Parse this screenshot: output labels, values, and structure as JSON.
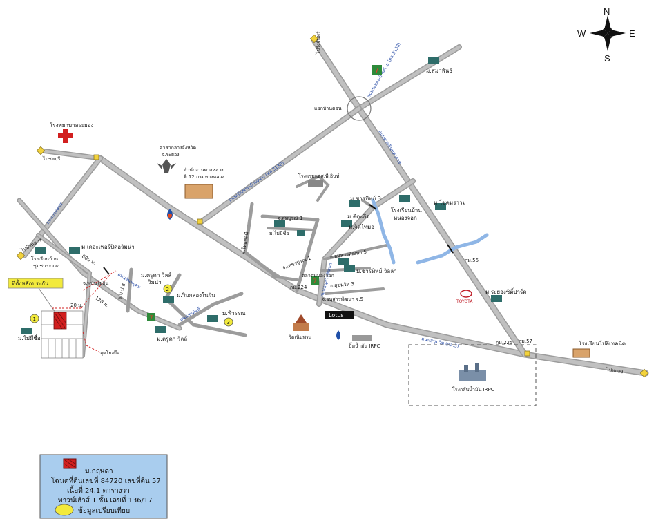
{
  "compass": {
    "north": "N",
    "south": "S",
    "east": "E",
    "west": "W"
  },
  "places": {
    "to_wangchan": "ไปวังจันทร์",
    "to_chonburi": "ไปชลบุรี",
    "to_banchang": "ไปบ้านฉาง",
    "to_ban_phe": "ไปแกลง",
    "hospital": "โรงพยาบาลระยอง",
    "highway_office_1": "ศาลากลางจังหวัด",
    "highway_office_2": "จ.ระยอง",
    "highway_bureau_1": "สำนักงานทางหลวง",
    "highway_bureau_2": "ที่ 12 กรมทางหลวง",
    "hotel": "โรงแรมแอส.พี.อินท์",
    "m_samaphan": "ม.สมาพันธ์",
    "intersection": "แยกบ้านดอน",
    "m_charoen_3": "ม.ชารทิพย์ 3",
    "m_kitthi": "ม.คิตะกิจ",
    "m_chittra": "ม.จิตไทมอ",
    "school_nongjork_1": "โรงเรียนบ้าน",
    "school_nongjork_2": "หนองจอก",
    "m_sukrawan": "ม.โชคมราวม",
    "soi_5": "จ.อนุสาวพัฒนา 5",
    "m_charoen_villa": "ม.ชารทิพย์ วิลล่า",
    "market": "ตลาดหนองจอก",
    "km_224": "กม.224",
    "soi_5b": "จ.อนุสาวพัฒนา จ.5",
    "km_56": "กม.56",
    "m_rayong_city": "ม.ระยองซิตี้ปาร์ค",
    "toyota": "TOYOTA",
    "lotus": "Lotus",
    "wat": "วัดเนินพระ",
    "gas_station": "ปั๊มน้ำมัน IRPC",
    "km_225": "กม.225",
    "km_57": "กม.57",
    "school_polytech": "โรงเรียนโปลีเทคนิค",
    "refinery": "โรงกลั่นน้ำมัน IRPC",
    "school_ban_1": "โรงเรียนบ้าน",
    "school_ban_2": "ชุมชนระยอง",
    "m_lakepark": "ม.เดอะเพอร์ปิดอวิมน่า",
    "m_krutha_villa_1": "ม.ครูคา วิลล์",
    "m_krutha_villa_2": "วิมน่า",
    "m_vimkrong": "ม.วิมกลองในฝัน",
    "m_phiwan": "ม.พิวรรณ",
    "m_krutha_villa_b": "ม.ครูคา วิลล์",
    "m_maisisu": "ม.ไม่มีชื่อ",
    "site_label": "ที่ตั้งหลักประกัน",
    "check_point": "จุดโยงยึด",
    "dist_20": "20 ม.",
    "dist_120": "120 ม.",
    "dist_800": "800 ม.",
    "soi_pl": "จ.บ.ป.ส.",
    "soi_tanpasa": "จ.พนมโยธิน",
    "soi_somwang": "จ.สมบูรณ์ 1",
    "soi_wat": "จ.เพชรบูรณ์ 1",
    "soi_thai": "จ.ไทยชลนี",
    "soi_suk": "จ.สุขุมวิท 3",
    "m_nosian": "ม.ไม่มีชื่อ"
  },
  "roads": {
    "r1": "ถนนเนินพระ-บ้านดอน (ทล.3138)",
    "r2": "ถนนระยอง-บ้านค่าย (ทล.3138)",
    "r3": "ถนนสุขุมวิท (ทล.3)",
    "r4": "ถนนตากสินมหาราช",
    "r5": "ถนนจันทอุดม",
    "r6": "ถนนราษฎรบำรุง",
    "r7": "ถนนอนุสาวพัฒนา",
    "r8": "ถนนบายพาส",
    "r9": "ถนนสามัคคี"
  },
  "numbers": {
    "n1": "1",
    "n2": "2",
    "n3": "3"
  },
  "legend": {
    "line1": "ม.กฤษดา",
    "line2": "โฉนดที่ดินเลขที่ 84720 เลขที่ดิน 57",
    "line3": "เนื้อที่ 24.1 ตารางวา",
    "line4": "ทาวน์เฮ้าส์ 1 ชั้น เลขที่ 136/17",
    "line5": "ข้อมูลเปรียบเทียบ"
  },
  "colors": {
    "road": "#a9a9a9",
    "road_outline": "#6e6e6e",
    "river": "#8fb6e6",
    "legend_bg": "#a9cdee",
    "subject": "#d21f1f",
    "comparable": "#f2ea3c",
    "site_label_bg": "#f2ea3c"
  }
}
